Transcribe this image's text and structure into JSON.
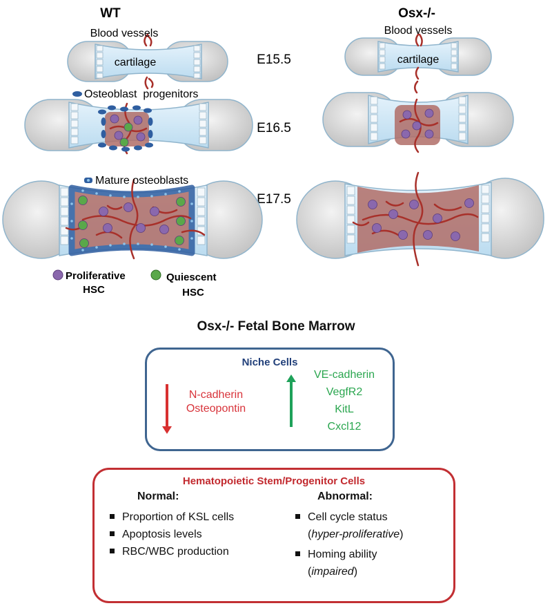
{
  "diagram": {
    "columns": {
      "wt": "WT",
      "osx": "Osx-/-"
    },
    "stages": [
      "E15.5",
      "E16.5",
      "E17.5"
    ],
    "labels": {
      "blood_vessels": "Blood vessels",
      "cartilage": "cartilage",
      "osteoblast_progenitors": "Osteoblast  progenitors",
      "mature_osteoblasts": "Mature osteoblasts"
    },
    "legend": {
      "proliferative": [
        "Proliferative",
        "HSC"
      ],
      "quiescent": [
        "Quiescent",
        "HSC"
      ]
    },
    "colors": {
      "vessel": "#a8302a",
      "cartilage": "#cfe6f4",
      "marrow": "#b06d67",
      "hsc_proliferative": "#8a68ad",
      "hsc_quiescent": "#5aa84a",
      "osteoblast": "#2f5ea0"
    }
  },
  "summary": {
    "title": "Osx-/- Fetal Bone Marrow",
    "niche": {
      "title": "Niche Cells",
      "down": [
        "N-cadherin",
        "Osteopontin"
      ],
      "up": [
        "VE-cadherin",
        "VegfR2",
        "KitL",
        "Cxcl12"
      ]
    },
    "hsc": {
      "title": "Hematopoietic Stem/Progenitor Cells",
      "normal_label": "Normal:",
      "normal": [
        "Proportion of KSL cells",
        "Apoptosis levels",
        "RBC/WBC production"
      ],
      "abnormal_label": "Abnormal:",
      "abnormal": [
        {
          "text": "Cell cycle status",
          "note": "hyper-proliferative"
        },
        {
          "text": "Homing ability",
          "note": "impaired"
        }
      ]
    }
  }
}
